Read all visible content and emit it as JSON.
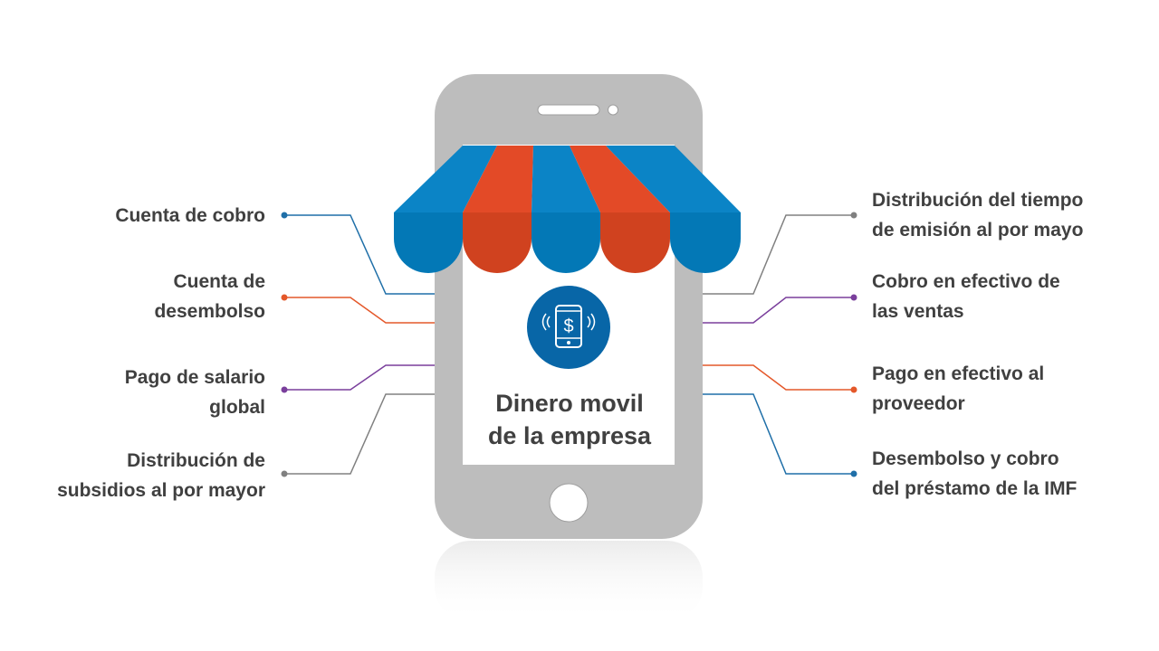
{
  "center": {
    "line1": "Dinero movil",
    "line2": "de la empresa",
    "icon": "mobile-money-icon"
  },
  "left_labels": [
    {
      "line1": "Cuenta de cobro",
      "line2": "",
      "color": "#1F6FA8"
    },
    {
      "line1": "Cuenta de",
      "line2": "desembolso",
      "color": "#E4582A"
    },
    {
      "line1": "Pago de salario",
      "line2": "global",
      "color": "#7A3F9C"
    },
    {
      "line1": "Distribución de",
      "line2": "subsidios al por mayor",
      "color": "#808080"
    }
  ],
  "right_labels": [
    {
      "line1": "Distribución del tiempo",
      "line2": "de emisión al por mayo",
      "color": "#808080"
    },
    {
      "line1": "Cobro en efectivo de",
      "line2": "las ventas",
      "color": "#7A3F9C"
    },
    {
      "line1": "Pago en efectivo al",
      "line2": "proveedor",
      "color": "#E4582A"
    },
    {
      "line1": "Desembolso y cobro",
      "line2": "del préstamo de la IMF",
      "color": "#1F6FA8"
    }
  ],
  "colors": {
    "awning_blue": "#0B84C6",
    "awning_red": "#E34A27",
    "phone_gray": "#BDBDBD",
    "text": "#404040"
  }
}
